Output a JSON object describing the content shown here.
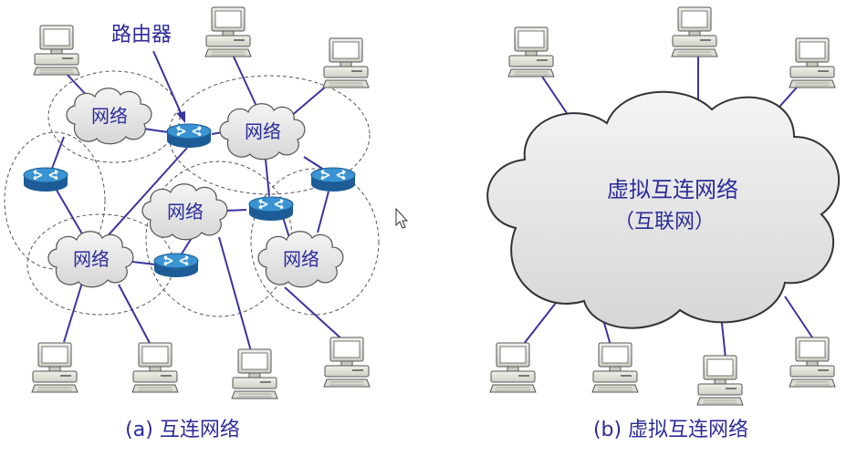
{
  "left": {
    "router_label": "路由器",
    "network_label": "网络",
    "caption": "(a) 互连网络"
  },
  "right": {
    "cloud_line1": "虚拟互连网络",
    "cloud_line2": "（互联网）",
    "caption": "(b) 虚拟互连网络"
  },
  "colors": {
    "line": "#3a34a0",
    "text": "#2b2b9a",
    "router_top": "#2f86c8",
    "router_side": "#1d5c96",
    "cloud_fill": "#e6e6e6",
    "cloud_stroke": "#333333"
  }
}
